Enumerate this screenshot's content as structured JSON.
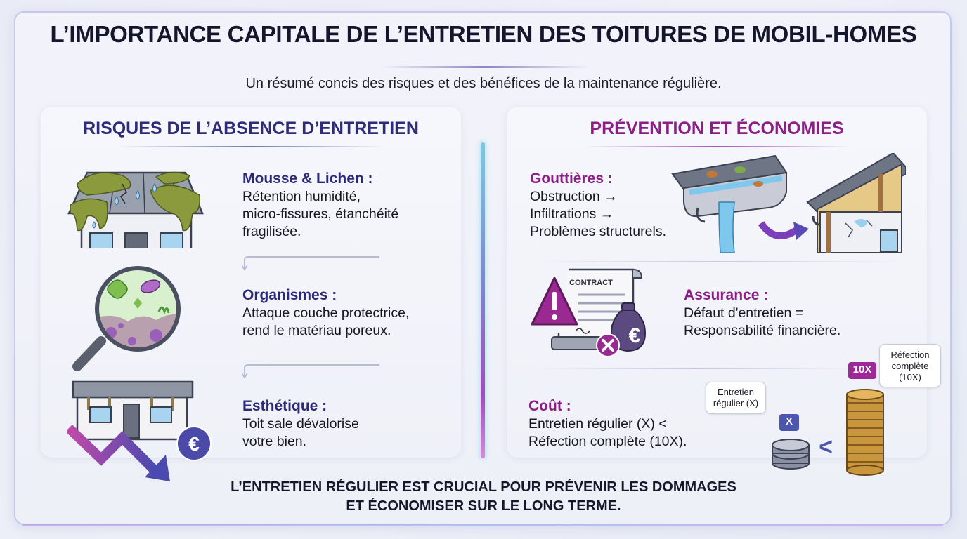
{
  "header": {
    "title": "L’IMPORTANCE CAPITALE DE L’ENTRETIEN DES TOITURES DE MOBIL-HOMES",
    "subtitle": "Un résumé concis des risques et des bénéfices de la maintenance régulière."
  },
  "left_panel": {
    "title": "RISQUES DE L’ABSENCE D’ENTRETIEN",
    "items": [
      {
        "heading": "Mousse & Lichen :",
        "body": [
          "Rétention humidité,",
          "micro-fissures, étanchéité",
          "fragilisée."
        ],
        "icon": "mossy-roof-icon"
      },
      {
        "heading": "Organismes :",
        "body": [
          "Attaque couche protectrice,",
          "rend le matériau poreux."
        ],
        "icon": "magnifier-microbes-icon"
      },
      {
        "heading": "Esthétique :",
        "body": [
          "Toit sale dévalorise",
          "votre bien."
        ],
        "icon": "devalued-home-icon"
      }
    ]
  },
  "right_panel": {
    "title": "PRÉVENTION ET ÉCONOMIES",
    "items": [
      {
        "heading": "Gouttières :",
        "body": [
          "Obstruction →",
          "Infiltrations →",
          "Problèmes structurels."
        ],
        "icon": "clogged-gutter-icon"
      },
      {
        "heading": "Assurance :",
        "body": [
          "Défaut d'entretien =",
          "Responsabilité financière."
        ],
        "icon": "contract-warning-icon",
        "contract_label": "CONTRACT"
      },
      {
        "heading": "Coût :",
        "body": [
          "Entretien régulier (X) <",
          "Réfection complète (10X)."
        ],
        "icon": "coin-stacks-icon"
      }
    ],
    "cost_graphic": {
      "small_label": "X",
      "large_label": "10X",
      "comparator": "<",
      "small_bubble": [
        "Entretien",
        "régulier (X)"
      ],
      "large_bubble": [
        "Réfection",
        "complète",
        "(10X)"
      ]
    }
  },
  "footer": {
    "lines": [
      "L’ENTRETIEN RÉGULIER EST CRUCIAL POUR PRÉVENIR LES DOMMAGES",
      "ET ÉCONOMISER SUR LE LONG TERME."
    ]
  },
  "colors": {
    "left_accent": "#2e2c7a",
    "right_accent": "#8b1f86",
    "title_text": "#15152c",
    "euro_badge": "#4b4aa8",
    "tag_purple": "#9b2a96",
    "tag_indigo": "#4c55b0",
    "coin_gold": "#d3a24a"
  }
}
